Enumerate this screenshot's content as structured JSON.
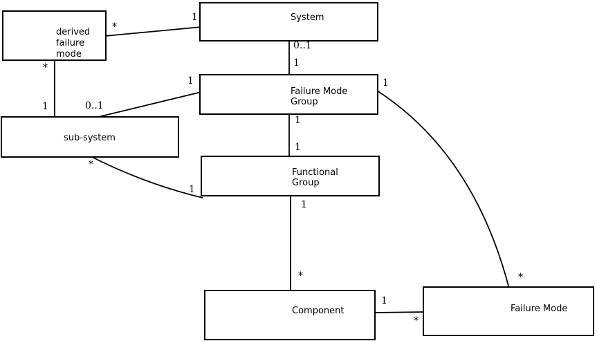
{
  "diagram": {
    "type": "uml-class-diagram",
    "colors": {
      "background": "#ffffff",
      "stroke": "#000000",
      "text": "#000000"
    },
    "entities": {
      "derived_failure_mode": {
        "name": "derived failure mode",
        "lines": [
          "derived",
          "failure",
          "mode"
        ]
      },
      "system": {
        "name": "System",
        "lines": [
          "System"
        ]
      },
      "failure_mode_group": {
        "name": "Failure Mode Group",
        "lines": [
          "Failure Mode",
          "Group"
        ]
      },
      "sub_system": {
        "name": "sub-system",
        "lines": [
          "sub-system"
        ]
      },
      "functional_group": {
        "name": "Functional Group",
        "lines": [
          "Functional",
          "Group"
        ]
      },
      "component": {
        "name": "Component",
        "lines": [
          "Component"
        ]
      },
      "failure_mode": {
        "name": "Failure Mode",
        "lines": [
          "Failure Mode"
        ]
      }
    },
    "associations": [
      {
        "from": "derived failure mode",
        "to": "System",
        "from_multiplicity": "*",
        "to_multiplicity": "1"
      },
      {
        "from": "System",
        "to": "Failure Mode Group",
        "from_multiplicity": "0..1",
        "to_multiplicity": "1"
      },
      {
        "from": "derived failure mode",
        "to": "sub-system",
        "from_multiplicity": "*",
        "to_multiplicity": "1"
      },
      {
        "from": "sub-system",
        "to": "Failure Mode Group",
        "from_multiplicity": "0..1",
        "to_multiplicity": "1"
      },
      {
        "from": "Failure Mode Group",
        "to": "Functional Group",
        "from_multiplicity": "1",
        "to_multiplicity": "1"
      },
      {
        "from": "sub-system",
        "to": "Functional Group",
        "from_multiplicity": "*",
        "to_multiplicity": "1"
      },
      {
        "from": "Functional Group",
        "to": "Component",
        "from_multiplicity": "1",
        "to_multiplicity": "*"
      },
      {
        "from": "Component",
        "to": "Failure Mode",
        "from_multiplicity": "1",
        "to_multiplicity": "*"
      },
      {
        "from": "Failure Mode Group",
        "to": "Failure Mode",
        "from_multiplicity": "1",
        "to_multiplicity": "*"
      }
    ]
  }
}
